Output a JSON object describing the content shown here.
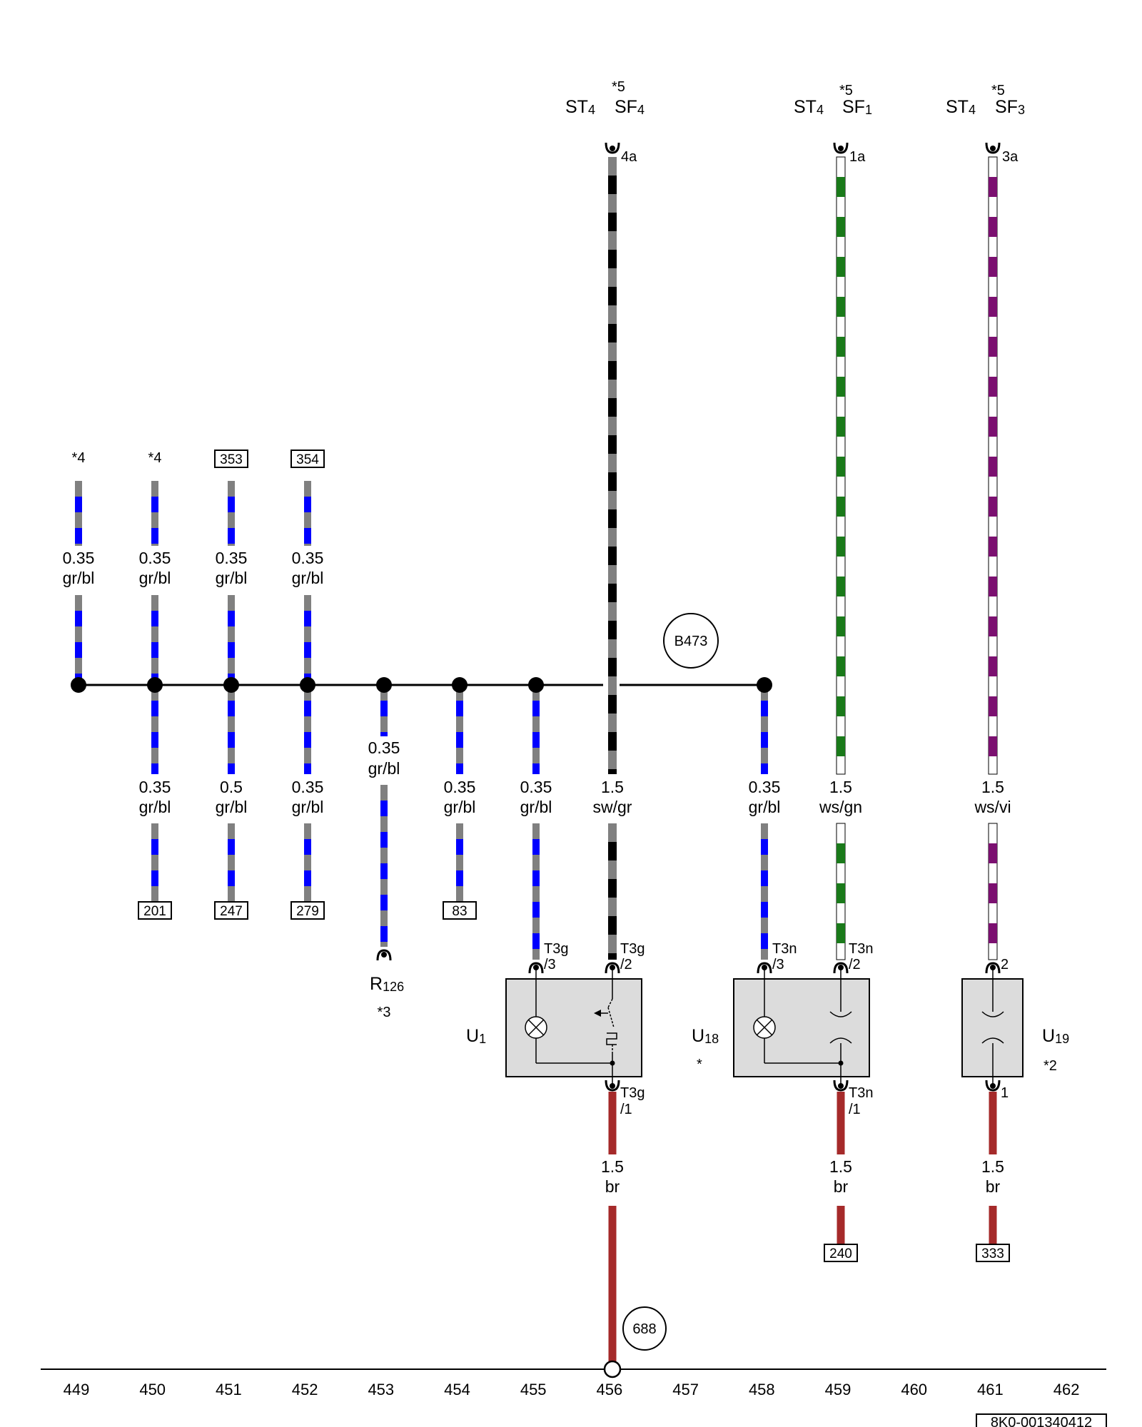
{
  "colors": {
    "grey": "#808080",
    "blue": "#0000ff",
    "black": "#000000",
    "green": "#1a7a1a",
    "violet": "#7b1070",
    "white": "#ffffff",
    "brown": "#a52a2a",
    "component_fill": "#dcdcdc"
  },
  "top_connectors": [
    {
      "asterisk": "*5",
      "left": "ST",
      "left_sub": "4",
      "right": "SF",
      "right_sub": "4",
      "pin": "4a"
    },
    {
      "asterisk": "*5",
      "left": "ST",
      "left_sub": "4",
      "right": "SF",
      "right_sub": "1",
      "pin": "1a"
    },
    {
      "asterisk": "*5",
      "left": "ST",
      "left_sub": "4",
      "right": "SF",
      "right_sub": "3",
      "pin": "3a"
    }
  ],
  "upper_wires": [
    {
      "top_ref": "*4",
      "size": "0.35",
      "color_code": "gr/bl"
    },
    {
      "top_ref": "*4",
      "size": "0.35",
      "color_code": "gr/bl"
    },
    {
      "top_ref": "353",
      "size": "0.35",
      "color_code": "gr/bl"
    },
    {
      "top_ref": "354",
      "size": "0.35",
      "color_code": "gr/bl"
    }
  ],
  "lower_wires": [
    {
      "size": "0.35",
      "color_code": "gr/bl",
      "ref": "201"
    },
    {
      "size": "0.5",
      "color_code": "gr/bl",
      "ref": "247"
    },
    {
      "size": "0.35",
      "color_code": "gr/bl",
      "ref": "279"
    },
    {
      "size": "0.35",
      "color_code": "gr/bl",
      "ref": "R",
      "ref_sub": "126",
      "note": "*3"
    },
    {
      "size": "0.35",
      "color_code": "gr/bl",
      "ref": "83"
    },
    {
      "size": "0.35",
      "color_code": "gr/bl",
      "pin": "T3g",
      "pin2": "/3"
    },
    {
      "size": "1.5",
      "color_code": "sw/gr",
      "pin": "T3g",
      "pin2": "/2"
    },
    {
      "size": "0.35",
      "color_code": "gr/bl",
      "pin": "T3n",
      "pin2": "/3"
    },
    {
      "size": "1.5",
      "color_code": "ws/gn",
      "pin": "T3n",
      "pin2": "/2"
    },
    {
      "size": "1.5",
      "color_code": "ws/vi",
      "pin": "2"
    }
  ],
  "splice_label": "B473",
  "components": [
    {
      "name": "U",
      "sub": "1",
      "note": ""
    },
    {
      "name": "U",
      "sub": "18",
      "note": "*"
    },
    {
      "name": "U",
      "sub": "19",
      "note": "*2"
    }
  ],
  "ground_wires": [
    {
      "pin": "T3g",
      "pin2": "/1",
      "size": "1.5",
      "color_code": "br",
      "ref": ""
    },
    {
      "pin": "T3n",
      "pin2": "/1",
      "size": "1.5",
      "color_code": "br",
      "ref": "240"
    },
    {
      "pin": "1",
      "pin2": "",
      "size": "1.5",
      "color_code": "br",
      "ref": "333"
    }
  ],
  "ground_point": "688",
  "column_numbers": [
    "449",
    "450",
    "451",
    "452",
    "453",
    "454",
    "455",
    "456",
    "457",
    "458",
    "459",
    "460",
    "461",
    "462"
  ],
  "doc_id": "8K0-001340412"
}
